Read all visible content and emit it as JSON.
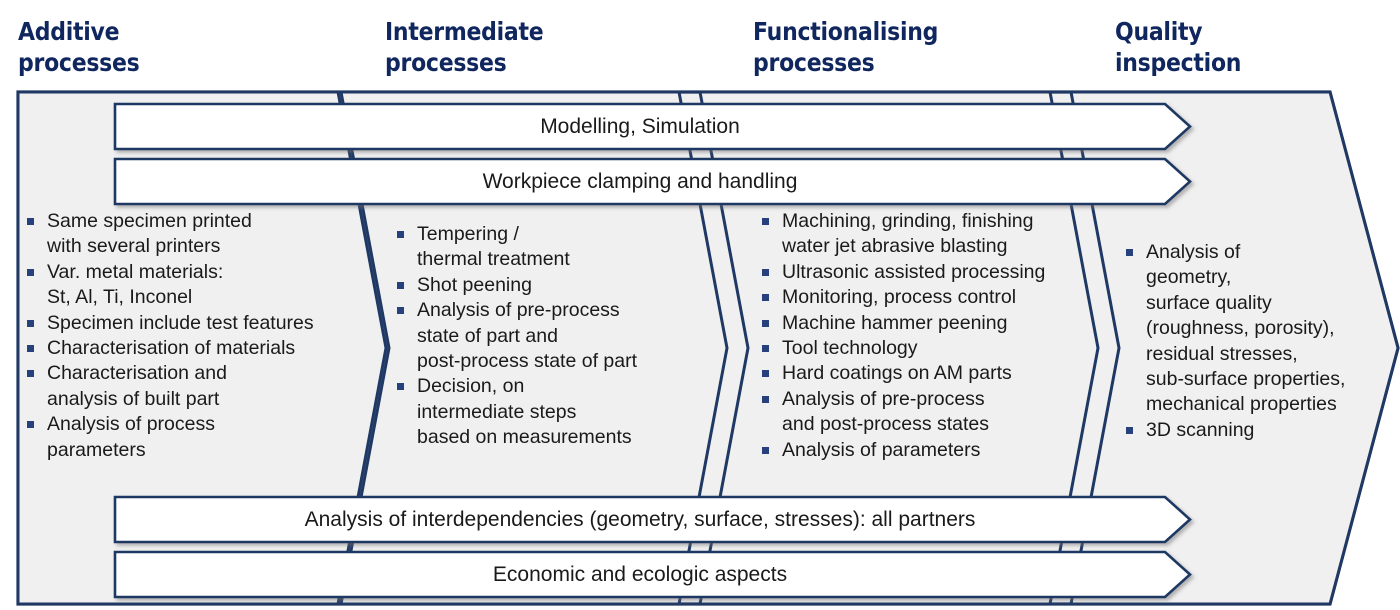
{
  "diagram": {
    "title_colour": "#10265E",
    "panel_fill": "#f0f0f0",
    "border_colour": "#1F3864",
    "bullet_colour": "#27417c",
    "columns": [
      {
        "heading": "Additive\nprocesses",
        "bullets": [
          "Same specimen printed\nwith several printers",
          "Var. metal materials:\nSt, Al, Ti, Inconel",
          "Specimen include test features",
          "Characterisation of materials",
          "Characterisation and\nanalysis of built part",
          "Analysis of process\nparameters"
        ]
      },
      {
        "heading": "Intermediate\nprocesses",
        "bullets": [
          "Tempering /\nthermal treatment",
          "Shot peening",
          "Analysis of pre-process\nstate of part and\npost-process state of part",
          "Decision, on\nintermediate steps\nbased on measurements"
        ]
      },
      {
        "heading": "Functionalising\nprocesses",
        "bullets": [
          "Machining, grinding, finishing\nwater jet abrasive blasting",
          "Ultrasonic assisted processing",
          "Monitoring, process control",
          "Machine hammer peening",
          "Tool technology",
          "Hard coatings on AM parts",
          "Analysis of pre-process\nand post-process states",
          "Analysis of parameters"
        ]
      },
      {
        "heading": "Quality\ninspection",
        "bullets": [
          "Analysis of\ngeometry,\nsurface quality\n(roughness, porosity),\nresidual stresses,\nsub-surface properties,\nmechanical properties",
          "3D scanning"
        ]
      }
    ],
    "top_banners": [
      "Modelling, Simulation",
      "Workpiece clamping and handling"
    ],
    "bottom_banners": [
      "Analysis of interdependencies (geometry, surface, stresses): all partners",
      "Economic and ecologic aspects"
    ]
  }
}
